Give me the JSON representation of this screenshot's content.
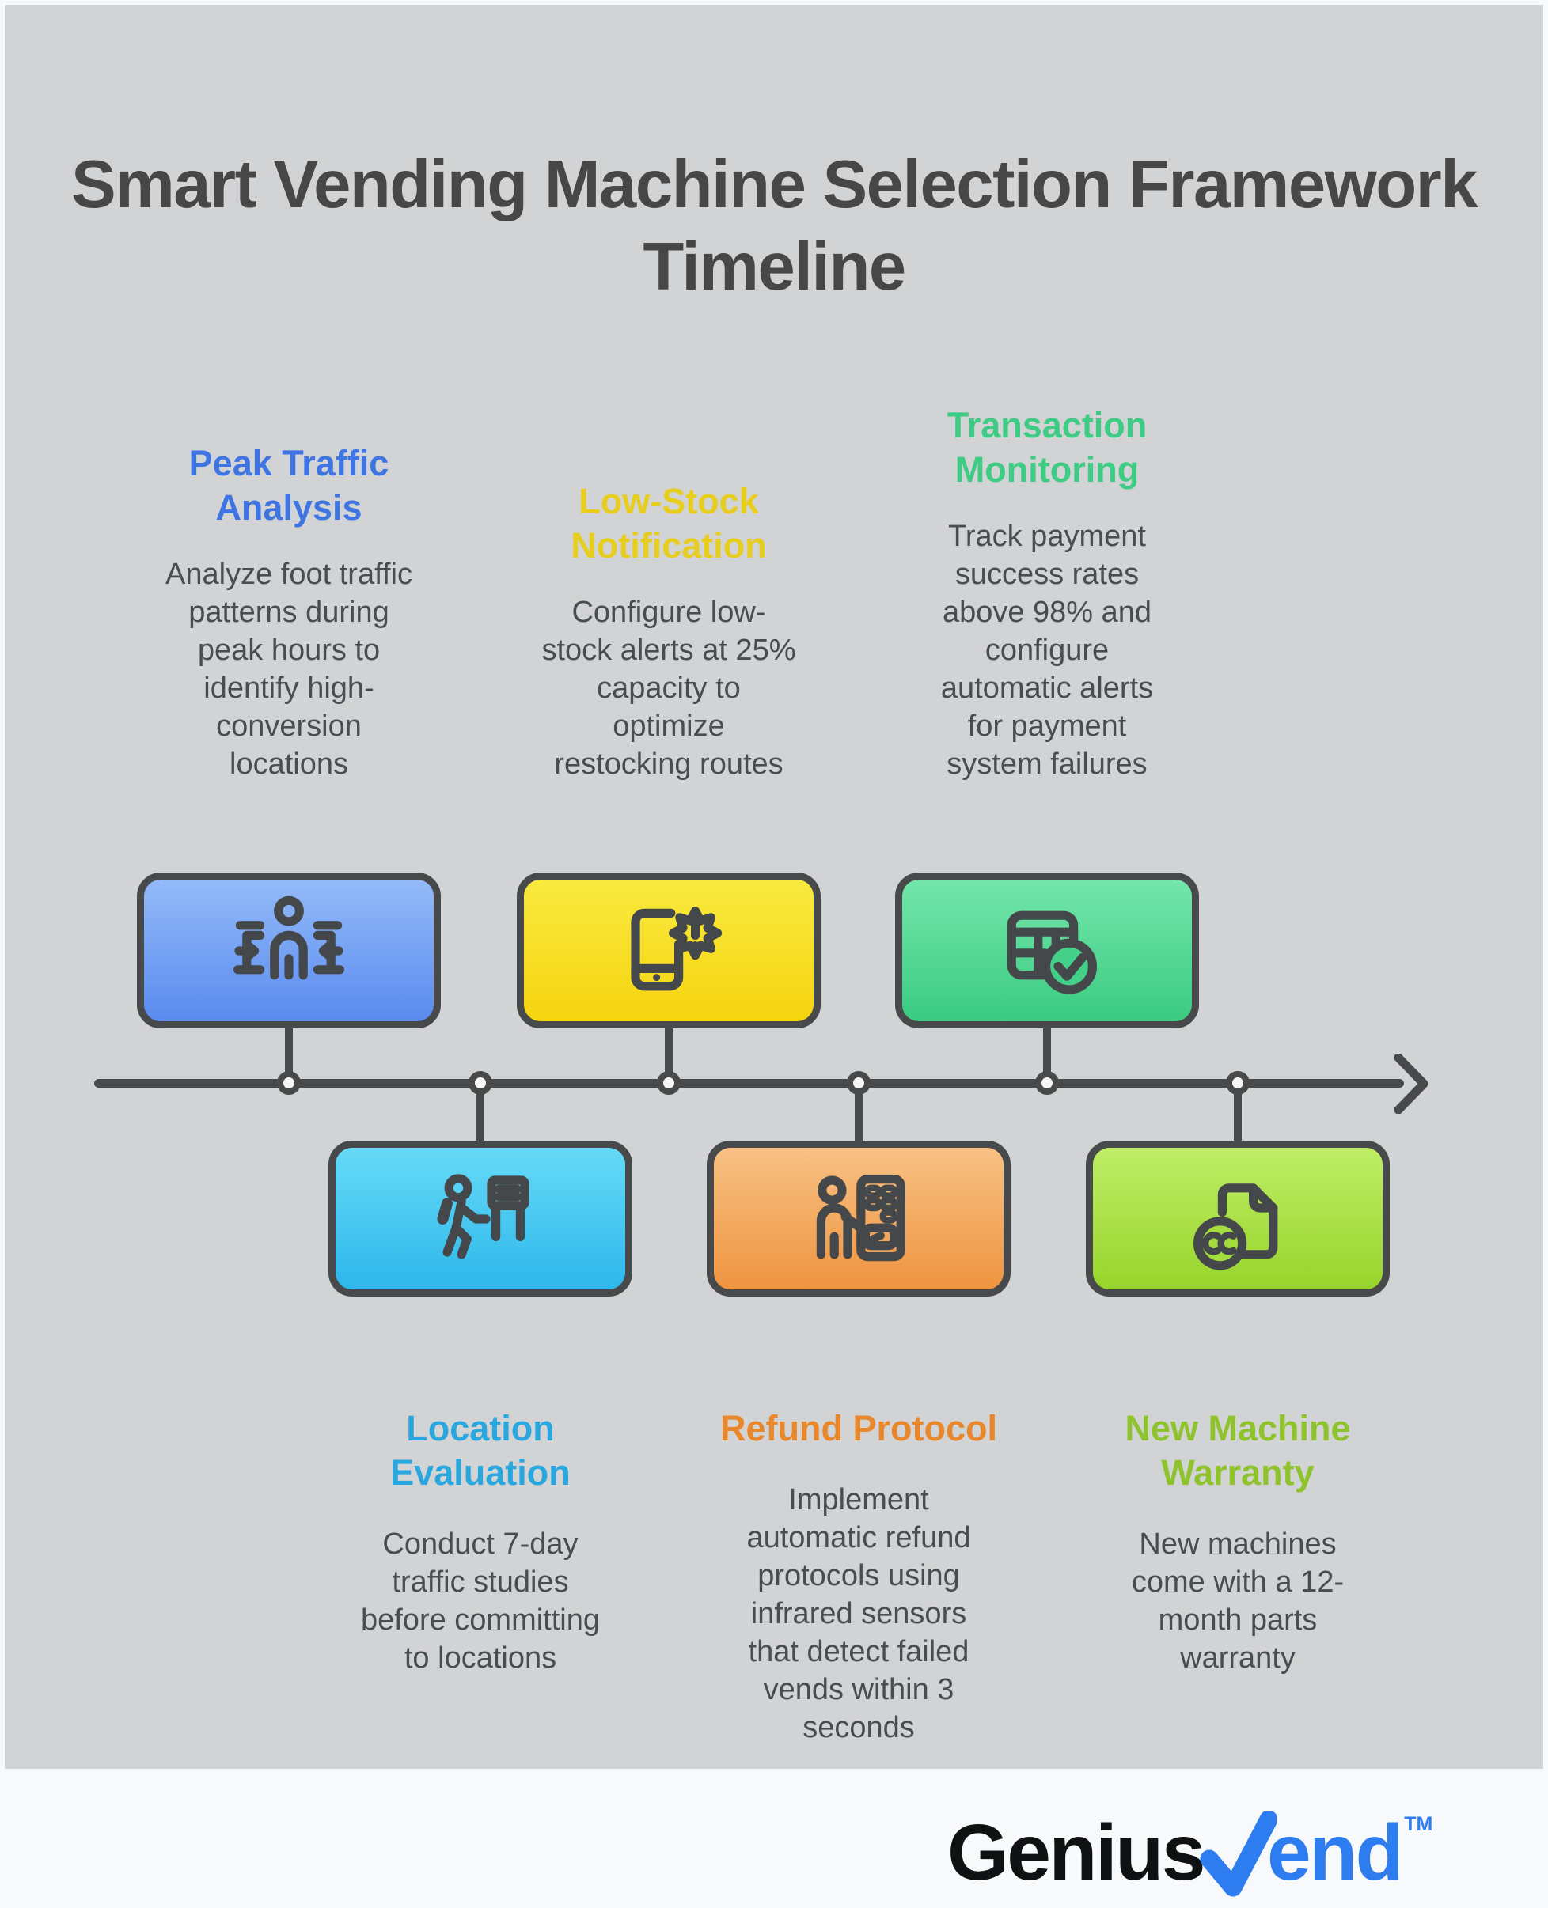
{
  "title": "Smart Vending Machine Selection Framework\nTimeline",
  "background": {
    "page": "#f7f9fa",
    "panel": "#d2d3d4",
    "line_color": "#47494b",
    "node_fill": "#f6f6f6"
  },
  "timeline_direction": "left-to-right",
  "steps": [
    {
      "name": "peak-traffic-analysis",
      "row": "above",
      "heading": "Peak Traffic\nAnalysis",
      "heading_color": "#3e75e2",
      "body": "Analyze foot traffic\npatterns during\npeak hours to\nidentify high-\nconversion\nlocations",
      "icon": "foot-traffic-icon",
      "box_gradient_top": "#93baf8",
      "box_gradient_bottom": "#5a8bef"
    },
    {
      "name": "location-evaluation",
      "row": "below",
      "heading": "Location\nEvaluation",
      "heading_color": "#29a7de",
      "body": "Conduct 7-day\ntraffic studies\nbefore committing\nto locations",
      "icon": "walking-visitor-icon",
      "box_gradient_top": "#66daf7",
      "box_gradient_bottom": "#2db7eb"
    },
    {
      "name": "low-stock-notification",
      "row": "above",
      "heading": "Low-Stock\nNotification",
      "heading_color": "#e7cd1d",
      "body": "Configure low-\nstock alerts at 25%\ncapacity to\noptimize\nrestocking routes",
      "icon": "phone-alert-icon",
      "box_gradient_top": "#f9ea3f",
      "box_gradient_bottom": "#f6d40f"
    },
    {
      "name": "refund-protocol",
      "row": "below",
      "heading": "Refund Protocol",
      "heading_color": "#e8872b",
      "body": "Implement\nautomatic refund\nprotocols using\ninfrared sensors\nthat detect failed\nvends within 3\nseconds",
      "icon": "vending-machine-user-icon",
      "box_gradient_top": "#f8c184",
      "box_gradient_bottom": "#ef9440"
    },
    {
      "name": "transaction-monitoring",
      "row": "above",
      "heading": "Transaction\nMonitoring",
      "heading_color": "#3ecb84",
      "body": "Track payment\nsuccess rates\nabove 98% and\nconfigure\nautomatic alerts\nfor payment\nsystem failures",
      "icon": "table-check-icon",
      "box_gradient_top": "#74e6ac",
      "box_gradient_bottom": "#3bcb81"
    },
    {
      "name": "new-machine-warranty",
      "row": "below",
      "heading": "New Machine\nWarranty",
      "heading_color": "#8ec32d",
      "body": "New machines\ncome with a 12-\nmonth parts\nwarranty",
      "icon": "license-document-icon",
      "box_gradient_top": "#bfee66",
      "box_gradient_bottom": "#97d42b"
    }
  ],
  "brand": {
    "prefix": "Genius",
    "checkmark": "check-icon",
    "suffix": "end",
    "tm": "TM",
    "prefix_color": "#101112",
    "accent_color": "#2e7df0"
  }
}
